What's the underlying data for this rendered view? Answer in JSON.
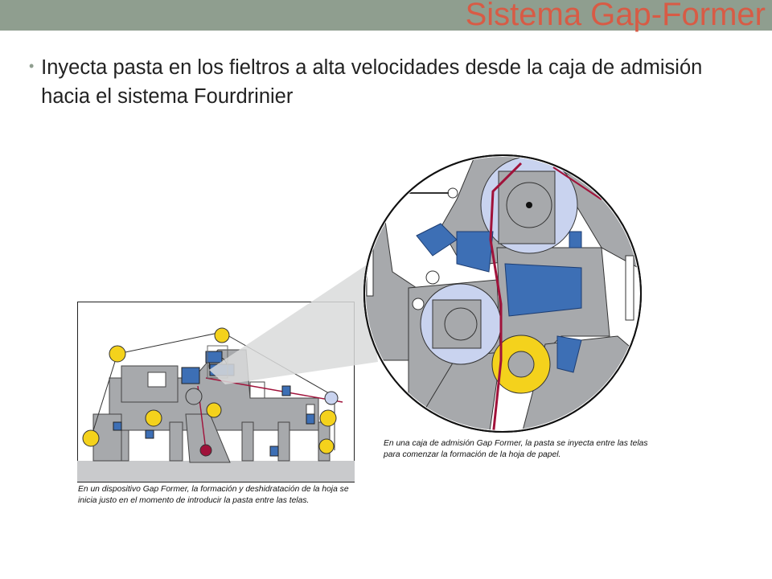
{
  "slide": {
    "title": "Sistema Gap-Former",
    "bullet": "Inyecta pasta en los fieltros a alta velocidades desde la caja de admisión hacia el sistema Fourdrinier"
  },
  "figures": {
    "left_caption": "En un dispositivo Gap Former, la formación y deshidratación de la hoja se inicia justo en el momento de introducir la pasta entre las telas.",
    "right_caption": "En una caja de admisión Gap Former, la pasta se inyecta entre las telas para comenzar la formación de la hoja de papel."
  },
  "colors": {
    "title_bar": "#8f9e8f",
    "title_text": "#d85b45",
    "machine_gray": "#a7a9ac",
    "accent_blue": "#3d6fb5",
    "roller_yellow": "#f4d21c",
    "fabric_red": "#a0123a"
  }
}
